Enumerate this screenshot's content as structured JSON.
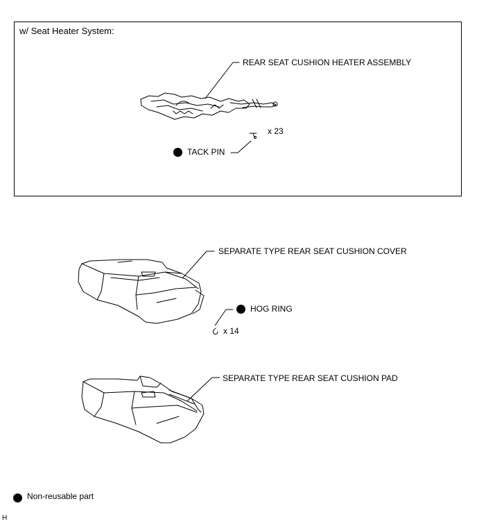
{
  "seat_heater_group": {
    "title": "w/ Seat Heater System:",
    "heater_label": "REAR SEAT CUSHION HEATER ASSEMBLY",
    "tack_pin_label": "TACK PIN",
    "tack_pin_qty": "x 23"
  },
  "cover_group": {
    "cover_label": "SEPARATE TYPE REAR SEAT CUSHION COVER",
    "hog_ring_label": "HOG RING",
    "hog_ring_qty": "x 14"
  },
  "pad_group": {
    "pad_label": "SEPARATE TYPE REAR SEAT CUSHION PAD"
  },
  "legend": {
    "non_reusable_label": "Non-reusable part",
    "non_reusable_symbol": "filled-circle-icon",
    "symbol_color": "#000000"
  },
  "corner_mark": "H"
}
